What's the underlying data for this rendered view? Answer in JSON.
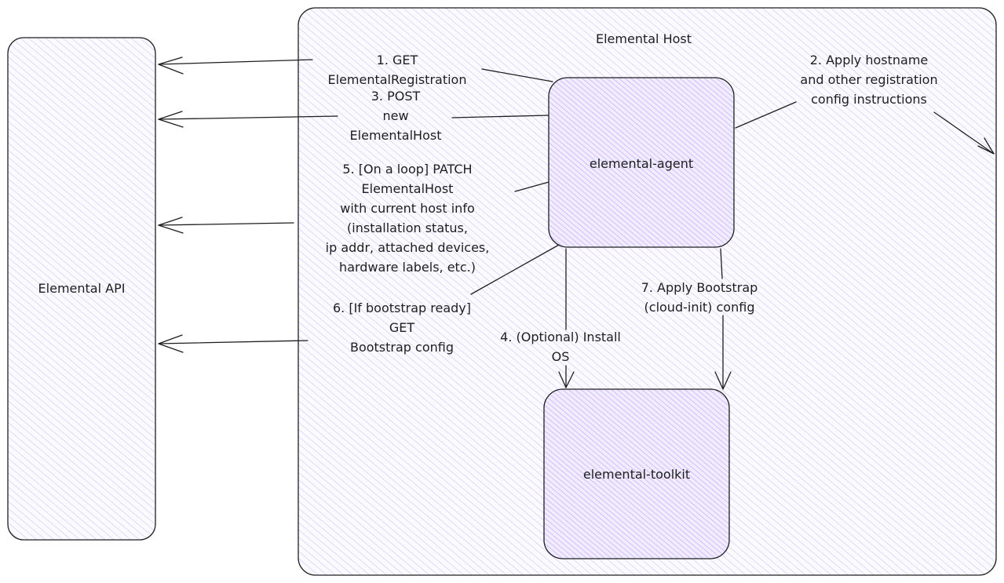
{
  "nodes": {
    "elemental_api": {
      "label": "Elemental API"
    },
    "elemental_host": {
      "label": "Elemental Host"
    },
    "elemental_agent": {
      "label": "elemental-agent"
    },
    "elemental_toolkit": {
      "label": "elemental-toolkit"
    }
  },
  "edges": {
    "step1": {
      "lines": [
        "1. GET",
        "ElementalRegistration"
      ]
    },
    "step2": {
      "lines": [
        "2. Apply hostname",
        "and other registration",
        "config instructions"
      ]
    },
    "step3": {
      "lines": [
        "3. POST",
        "new",
        "ElementalHost"
      ]
    },
    "step4": {
      "lines": [
        "4. (Optional) Install",
        "OS"
      ]
    },
    "step5": {
      "lines": [
        "5. [On a loop] PATCH",
        "ElementalHost",
        "with current host info",
        "(installation status,",
        "ip addr, attached devices,",
        "hardware labels, etc.)"
      ]
    },
    "step6": {
      "lines": [
        "6. [If bootstrap ready]",
        "GET",
        "Bootstrap config"
      ]
    },
    "step7": {
      "lines": [
        "7. Apply Bootstrap",
        "(cloud-init) config"
      ]
    }
  },
  "colors": {
    "stroke": "#1e1e1e",
    "fill": "#d0bfff",
    "fill_light": "#f3f0ff"
  }
}
